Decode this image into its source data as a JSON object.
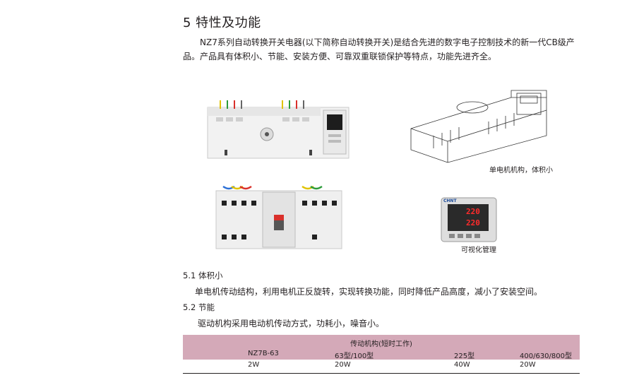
{
  "section": {
    "title": "5 特性及功能",
    "intro": "NZ7系列自动转换开关电器(以下简称自动转换开关)是结合先进的数字电子控制技术的新一代CB级产品。产品具有体积小、节能、安装方便、可靠双重联锁保护等特点，功能先进齐全。"
  },
  "images": {
    "caption_mechanism": "单电机机构，体积小",
    "caption_display": "可视化管理",
    "display_reading_1": "220",
    "display_reading_2": "220",
    "brand_logo": "CHNT"
  },
  "sub1": {
    "title": "5.1 体积小",
    "text": "单电机传动结构，利用电机正反旋转，实现转换功能，同时降低产品高度，减小了安装空间。"
  },
  "sub2": {
    "title": "5.2 节能",
    "text": "驱动机构采用电动机传动方式，功耗小，噪音小。"
  },
  "table": {
    "caption": "传动机构(短时工作)",
    "header": [
      "NZ7B-63",
      "63型/100型",
      "225型",
      "400/630/800型"
    ],
    "row": [
      "2W",
      "20W",
      "40W",
      "20W"
    ],
    "header_bg": "#d4a9b8"
  }
}
